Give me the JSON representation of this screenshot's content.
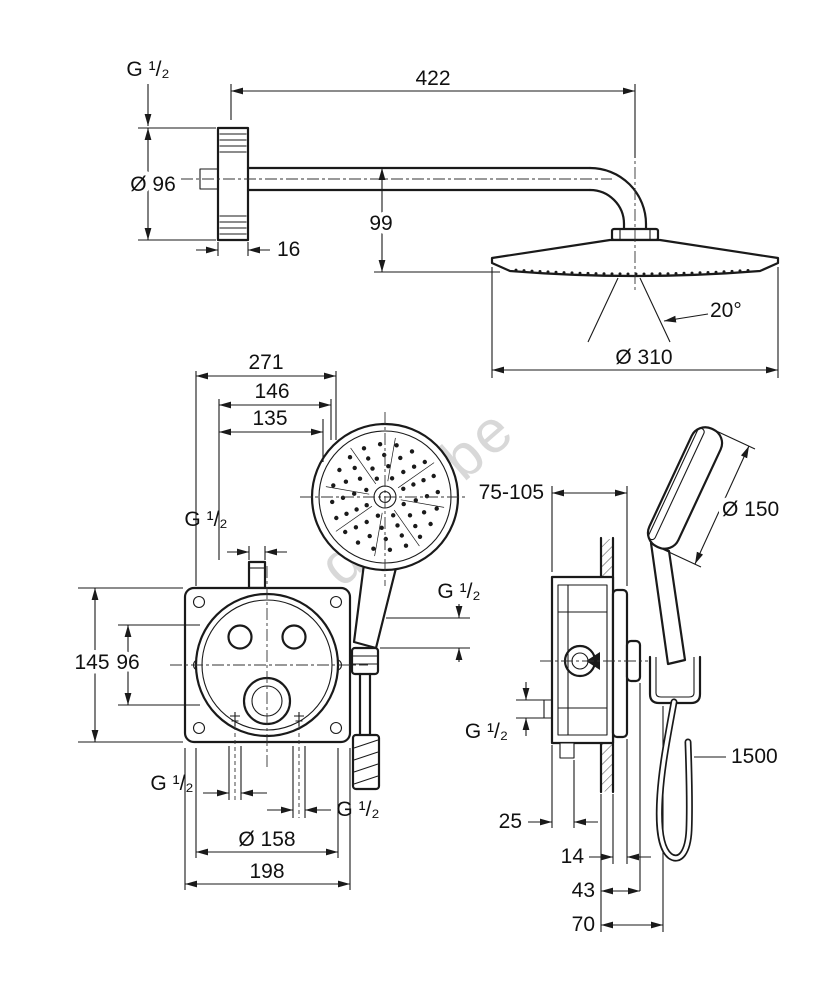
{
  "watermark": "delia.be",
  "diagram": {
    "head_shower": {
      "thread_label": "G ¹/₂",
      "flange_diameter": "Ø 96",
      "arm_length": "422",
      "arm_height": "99",
      "flange_depth": "16",
      "head_angle": "20°",
      "head_diameter": "Ø 310"
    },
    "mixer_front": {
      "width_overall": "271",
      "width_146": "146",
      "width_135": "135",
      "inlet_thread": "G ¹/₂",
      "height_145": "145",
      "height_96": "96",
      "outlet_thread_left": "G ¹/₂",
      "outlet_thread_mid": "G ¹/₂",
      "hose_thread": "G ¹/₂",
      "circle_diameter": "Ø 158",
      "plate_width": "198"
    },
    "side_view": {
      "depth_range": "75-105",
      "hand_shower_diameter": "Ø 150",
      "outlet_thread": "G ¹/₂",
      "hose_length": "1500",
      "dim_25": "25",
      "dim_14": "14",
      "dim_43": "43",
      "dim_70": "70"
    }
  }
}
